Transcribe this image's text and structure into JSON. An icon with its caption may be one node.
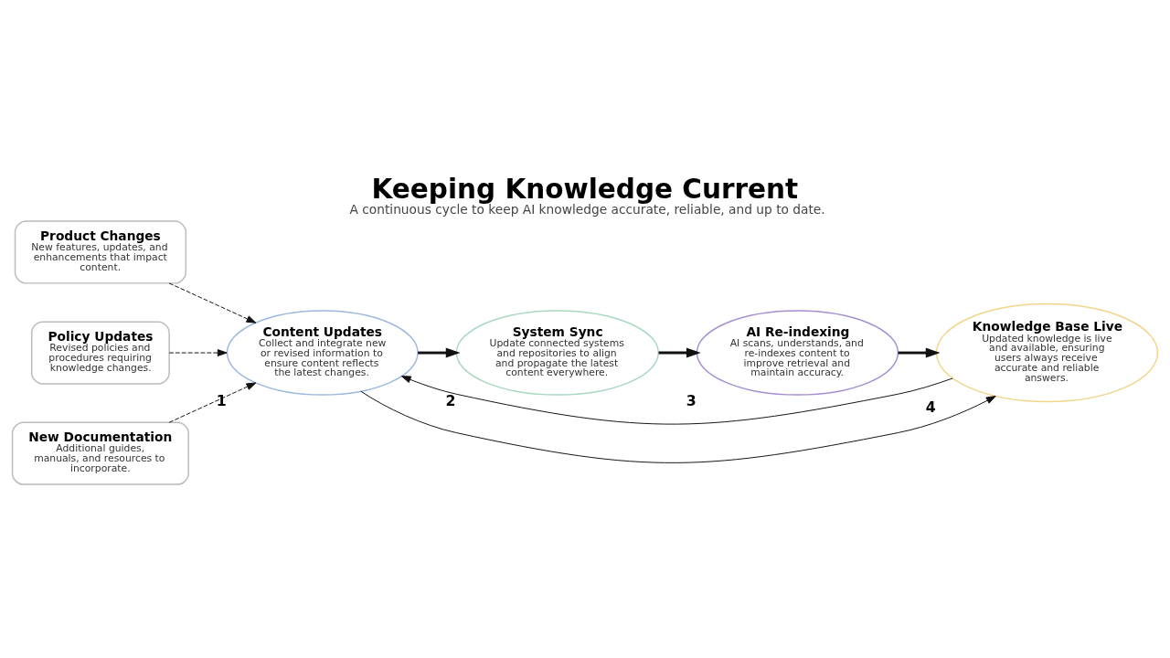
{
  "diagram": {
    "title": "Keeping Knowledge Current",
    "caption": "A continuous cycle to keep AI knowledge accurate, reliable, and up to date.",
    "nodes": [
      {
        "text": [
          "Product Changes",
          "New features, updates, and enhancements that impact content."
        ]
      },
      {
        "text": [
          "Policy Updates",
          "Revised policies and procedures requiring knowledge changes."
        ]
      },
      {
        "text": [
          "New Documentation",
          "Additional guides, manuals, and resources to incorporate."
        ]
      },
      {
        "text": [
          "Content Updates",
          "Collect and integrate new or revised information to ensure content reflects the latest changes."
        ],
        "beside": [
          "1"
        ]
      },
      {
        "text": [
          "System Sync",
          "Update connected systems and repositories to align and propagate the latest content everywhere."
        ],
        "beside": [
          "2"
        ]
      },
      {
        "text": [
          "AI Re-indexing",
          "AI scans, understands, and re-indexes content to improve retrieval and maintain accuracy."
        ],
        "beside": [
          "3"
        ]
      },
      {
        "text": [
          "Knowledge Base Live",
          "Updated knowledge is live and available, ensuring users always receive accurate and reliable answers."
        ],
        "beside": [
          "4"
        ]
      }
    ],
    "edges": [
      {
        "from": 0,
        "to": 3,
        "arrow": "to",
        "style": "dashed"
      },
      {
        "from": 1,
        "to": 3,
        "arrow": "to",
        "style": "dashed"
      },
      {
        "from": 2,
        "to": 3,
        "arrow": "to",
        "style": "dashed"
      },
      {
        "from": 3,
        "to": 4,
        "arrow": "to",
        "style": "thick"
      },
      {
        "from": 4,
        "to": 5,
        "arrow": "to",
        "style": "thick"
      },
      {
        "from": 5,
        "to": 6,
        "arrow": "to",
        "style": "thick"
      },
      {
        "from": 6,
        "to": 3,
        "arrow": "to"
      },
      {
        "from": 3,
        "to": 6,
        "arrow": "to"
      }
    ]
  }
}
